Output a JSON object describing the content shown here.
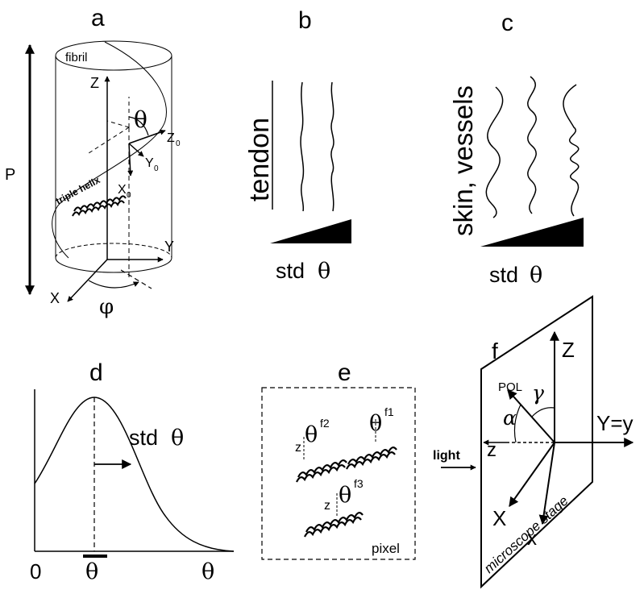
{
  "panels": {
    "a": {
      "label": "a",
      "fibril": "fibril",
      "P": "P",
      "Z": "Z",
      "theta": "θ",
      "Z0": "Z",
      "Y0": "Y",
      "X0": "X",
      "sub0": "0",
      "triple_helix": "triple helix",
      "Y": "Y",
      "X": "X",
      "phi": "φ"
    },
    "b": {
      "label": "b",
      "tissue": "tendon",
      "std": "std",
      "theta": "θ"
    },
    "c": {
      "label": "c",
      "tissue": "skin, vessels",
      "std": "std",
      "theta": "θ"
    },
    "d": {
      "label": "d",
      "std": "std",
      "theta": "θ",
      "origin": "0",
      "axis_theta": "θ",
      "mean_theta": "θ"
    },
    "e": {
      "label": "e",
      "z": "z",
      "theta": "θ",
      "f1": "f1",
      "f2": "f2",
      "f3": "f3",
      "pixel": "pixel"
    },
    "f": {
      "label": "f",
      "Z": "Z",
      "POL": "POL",
      "alpha": "α",
      "gamma": "γ",
      "Yy": "Y=y",
      "z": "z",
      "light": "light",
      "X": "X",
      "x": "x",
      "stage": "microscope stage"
    }
  }
}
